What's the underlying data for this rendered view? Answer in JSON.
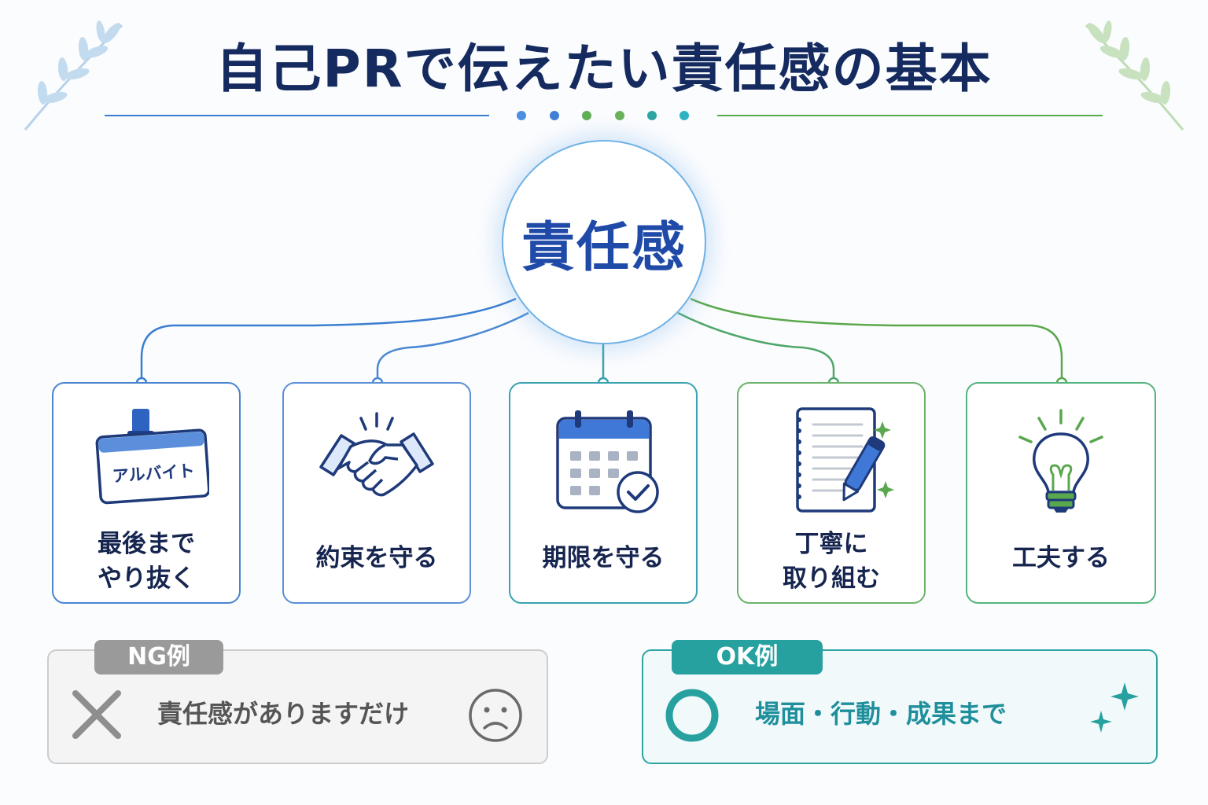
{
  "title": "自己PRで伝えたい責任感の基本",
  "center": {
    "label": "責任感"
  },
  "colors": {
    "navy": "#152a5e",
    "blue": "#3b7ed0",
    "teal": "#2ea5a3",
    "green": "#5aa84e",
    "gray": "#9a9a9a"
  },
  "cards": [
    {
      "label": "最後まで\nやり抜く",
      "icon": "badge-icon",
      "badge_text": "アルバイト",
      "border": "#4a84cf"
    },
    {
      "label": "約束を守る",
      "icon": "handshake-icon",
      "border": "#5b8fd6"
    },
    {
      "label": "期限を守る",
      "icon": "calendar-check-icon",
      "border": "#3aa2b0"
    },
    {
      "label": "丁寧に\n取り組む",
      "icon": "notebook-pen-icon",
      "border": "#6bb36b"
    },
    {
      "label": "工夫する",
      "icon": "lightbulb-icon",
      "border": "#54b47e"
    }
  ],
  "ng_example": {
    "tag": "NG例",
    "text": "責任感がありますだけ",
    "mark_icon": "cross-icon",
    "face_icon": "sad-face-icon"
  },
  "ok_example": {
    "tag": "OK例",
    "text": "場面・行動・成果まで",
    "mark_icon": "circle-icon",
    "deco_icon": "sparkle-icon"
  }
}
